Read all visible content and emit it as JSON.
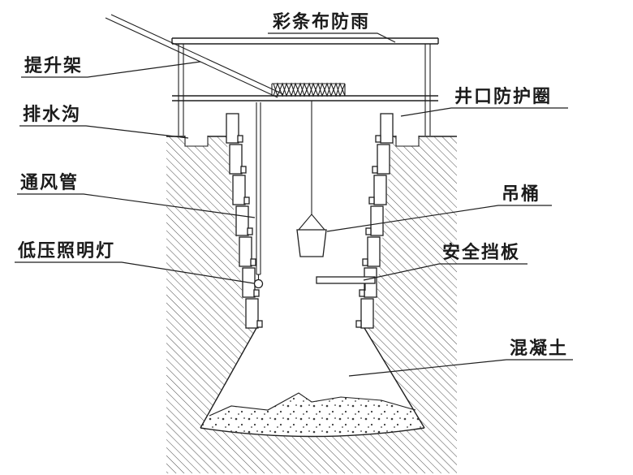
{
  "diagram": {
    "type": "shaft-construction-cross-section",
    "labels": {
      "rain_cover": "彩条布防雨",
      "lifting_frame": "提升架",
      "drainage_ditch": "排水沟",
      "ventilation_pipe": "通风管",
      "low_voltage_lamp": "低压照明灯",
      "wellhead_guard_ring": "井口防护圈",
      "hoisting_bucket": "吊桶",
      "safety_baffle": "安全挡板",
      "concrete": "混凝土"
    },
    "colors": {
      "line": "#1f1f1f",
      "background": "#ffffff"
    }
  }
}
